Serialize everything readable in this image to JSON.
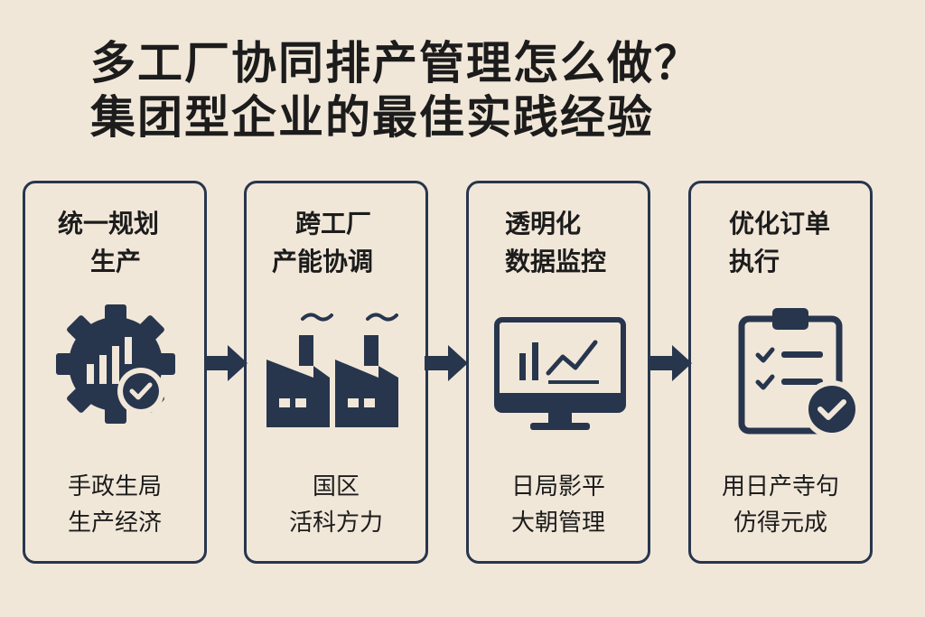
{
  "title": {
    "line1": "多工厂协同排产管理怎么做？",
    "line2": "集团型企业的最佳实践经验"
  },
  "colors": {
    "background": "#f1e7d9",
    "primary": "#27364d",
    "text": "#1c1c1c"
  },
  "steps": [
    {
      "heading": [
        "统一规划",
        "生产"
      ],
      "icon": "gear-chart-check-icon",
      "desc": [
        "手政生局",
        "生产经济"
      ]
    },
    {
      "heading": [
        "跨工厂",
        "产能协调"
      ],
      "icon": "factory-icon",
      "desc": [
        "国区",
        "活科方力"
      ]
    },
    {
      "heading": [
        "透明化",
        "数据监控"
      ],
      "icon": "monitor-chart-icon",
      "desc": [
        "日局影平",
        "大朝管理"
      ]
    },
    {
      "heading": [
        "优化订单",
        "执行"
      ],
      "icon": "clipboard-check-icon",
      "desc": [
        "用日产寺句",
        "仿得元成"
      ]
    }
  ]
}
